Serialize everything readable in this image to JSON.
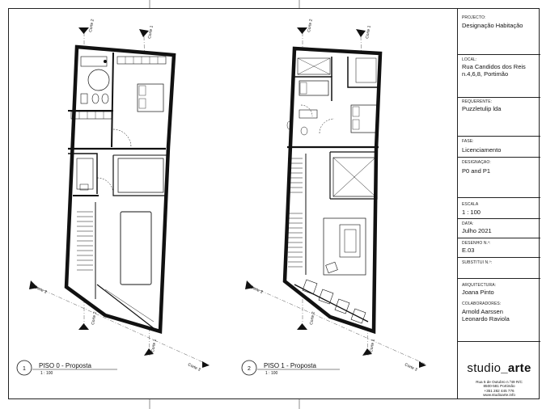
{
  "title_block": {
    "projecto_label": "PROJECTO:",
    "projecto_value": "Designação Habitação",
    "local_label": "LOCAL:",
    "local_line1": "Rua Candidos dos Reis",
    "local_line2": "n.4,6,8, Portimão",
    "requerente_label": "REQUERENTE:",
    "requerente_value": "Puzzletulip lda",
    "fase_label": "FASE:",
    "fase_value": "Licenciamento",
    "designacao_label": "DESIGNAÇAO:",
    "designacao_value": "P0 and P1",
    "escala_label": "ESCALA",
    "escala_value": "1 : 100",
    "data_label": "DATA:",
    "data_value": "Julho 2021",
    "desenho_label": "DESENHO N.º:",
    "desenho_value": "E.03",
    "substitui_label": "SUBSTITUI N.º:",
    "arquitectura_label": "ARQUITECTURA:",
    "arquitectura_value": "Joana Pinto",
    "colaboradores_label": "COLABORADORES:",
    "colaborador_1": "Arnold Aarssen",
    "colaborador_2": "Leonardo Raviola",
    "studio_left": "studio",
    "studio_sep": "_",
    "studio_right": "arte",
    "address_1": "Rua 5 de Outubro n.º49 R/C",
    "address_2": "8500-581 Portimão",
    "address_3": "+351 282 445 776",
    "address_4": "www.studioarte.info"
  },
  "plans": [
    {
      "number": "1",
      "title": "PISO 0 - Proposta",
      "scale": "1 : 100"
    },
    {
      "number": "2",
      "title": "PISO 1 - Proposta",
      "scale": "1 : 100"
    }
  ],
  "section_labels": {
    "corte1": "Corte 1",
    "corte2": "Corte 2",
    "corte3": "Corte 3"
  }
}
